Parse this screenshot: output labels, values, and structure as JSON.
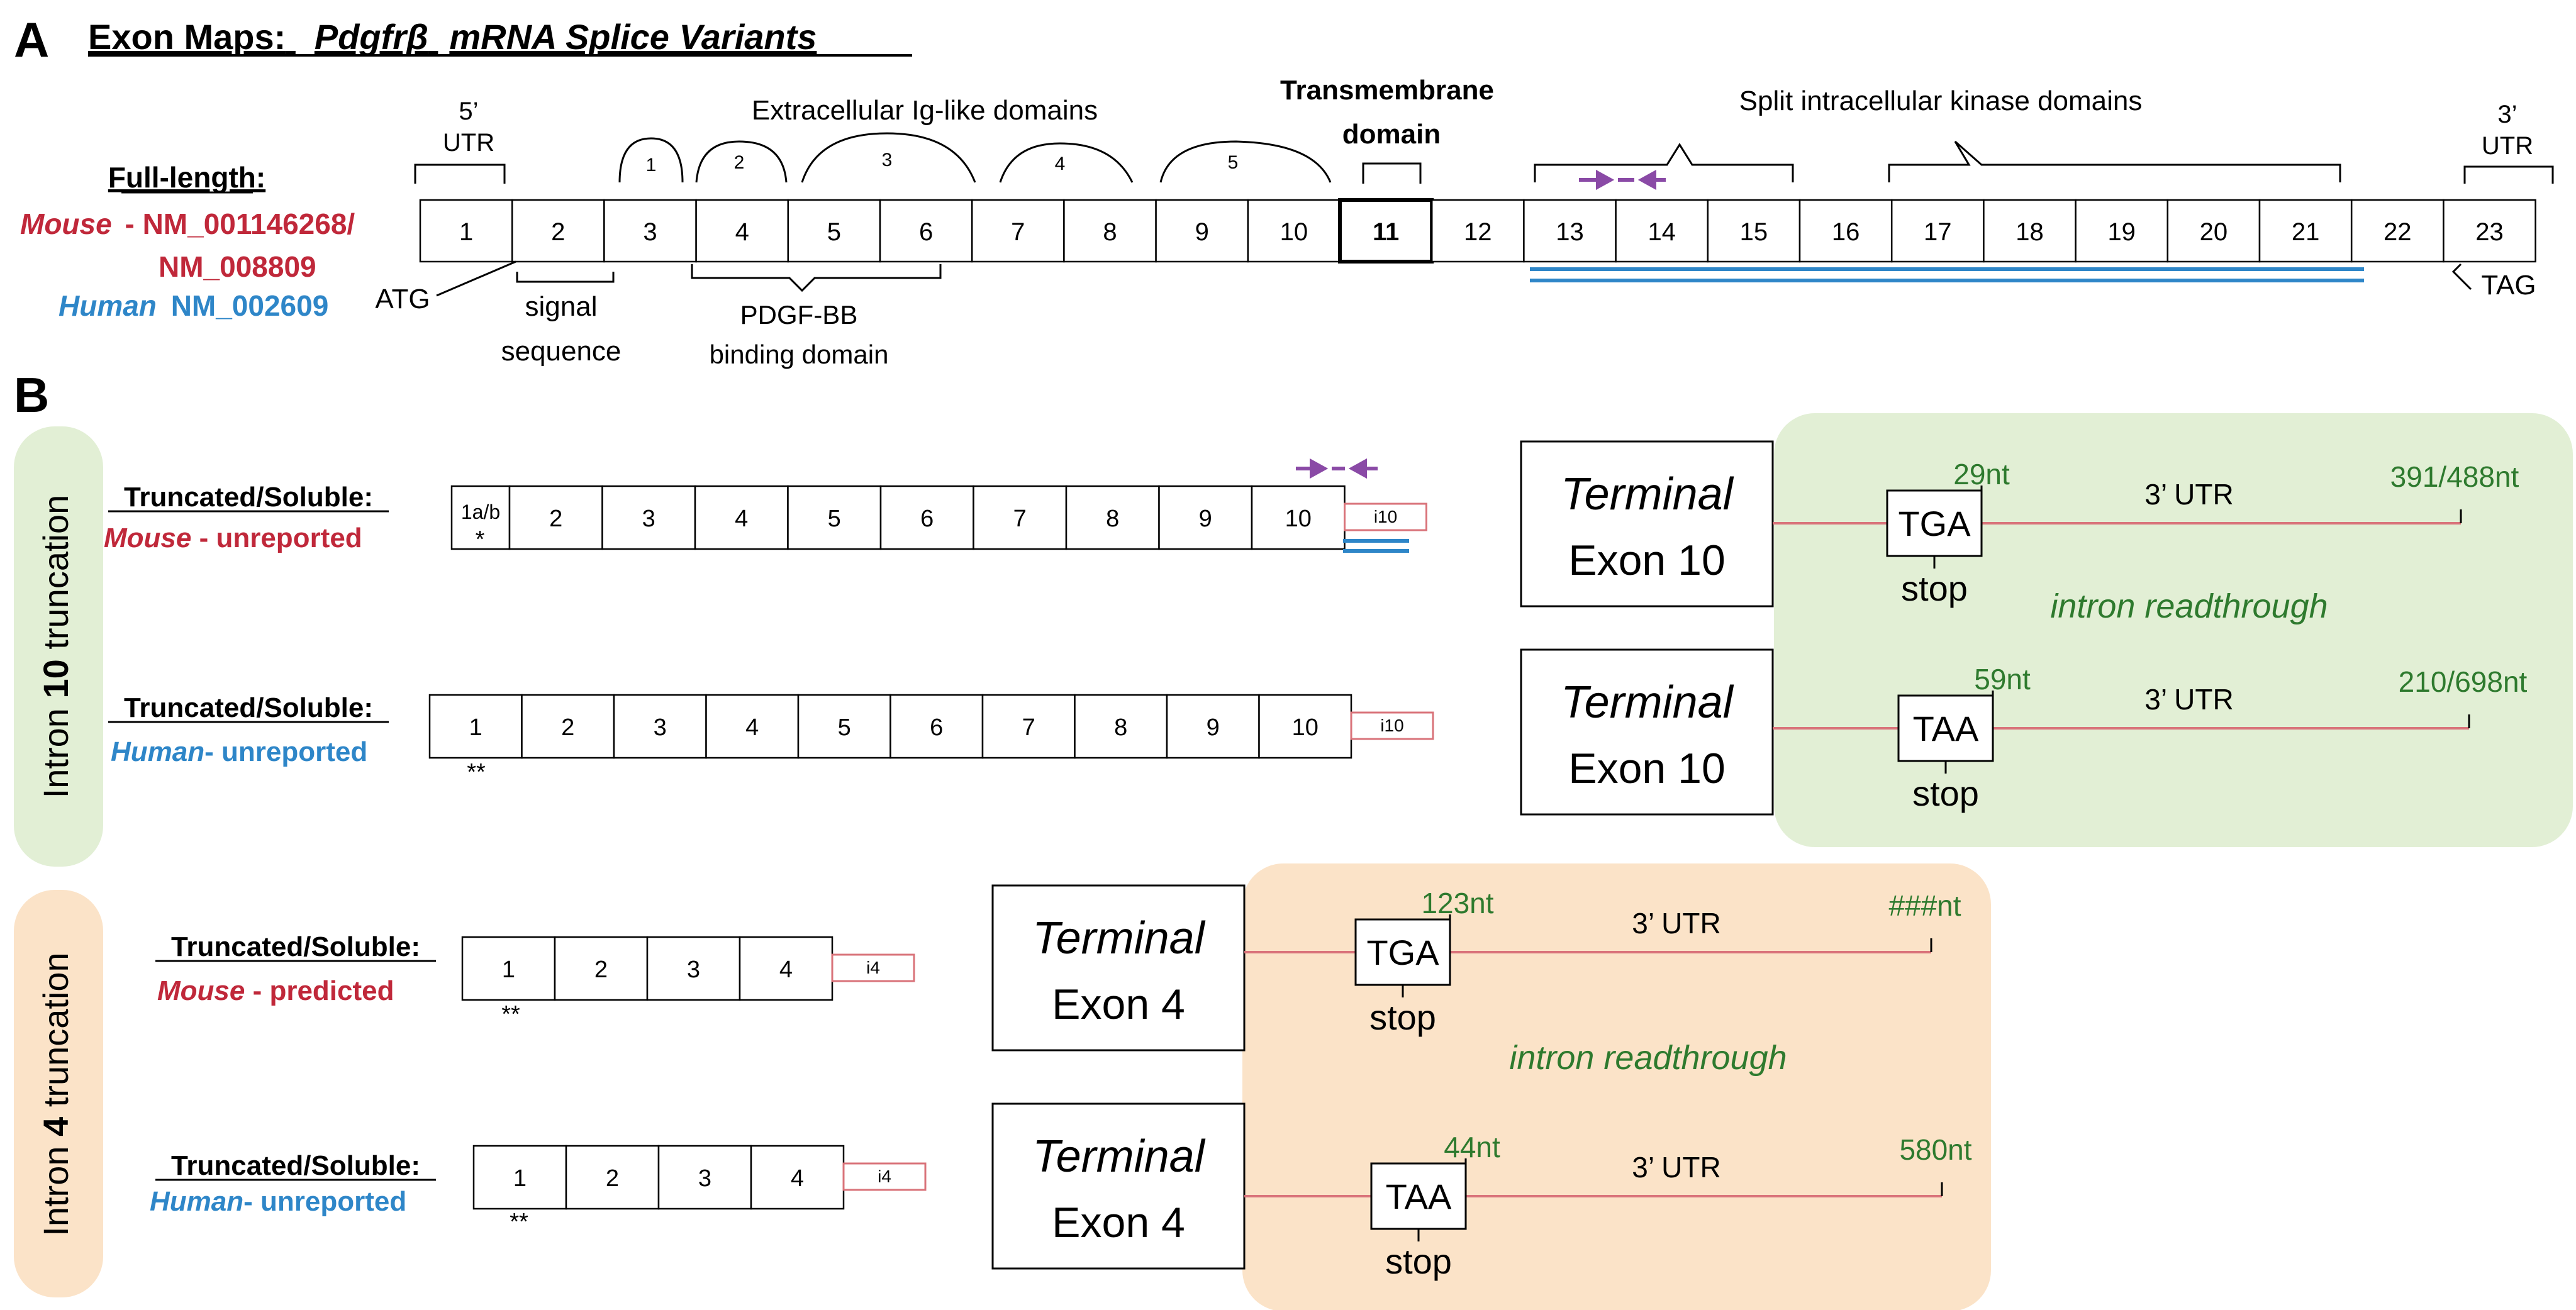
{
  "panel_a": {
    "letter": "A",
    "title_plain": "Exon Maps:",
    "title_gene": "Pdgfrβ",
    "title_rest": "mRNA Splice Variants",
    "fulllength_label": "Full-length:",
    "mouse_species": "Mouse",
    "mouse_acc_1": "- NM_001146268/",
    "mouse_acc_2": "NM_008809",
    "human_species": "Human",
    "human_acc": "NM_002609",
    "exons": [
      "1",
      "2",
      "3",
      "4",
      "5",
      "6",
      "7",
      "8",
      "9",
      "10",
      "11",
      "12",
      "13",
      "14",
      "15",
      "16",
      "17",
      "18",
      "19",
      "20",
      "21",
      "22",
      "23"
    ],
    "utr5_line1": "5’",
    "utr5_line2": "UTR",
    "utr3_line1": "3’",
    "utr3_line2": "UTR",
    "ig_label": "Extracellular Ig-like domains",
    "ig_numbers": [
      "1",
      "2",
      "3",
      "4",
      "5"
    ],
    "tm_line1": "Transmembrane",
    "tm_line2": "domain",
    "kinase_label": "Split intracellular kinase domains",
    "atg": "ATG",
    "signal_line1": "signal",
    "signal_line2": "sequence",
    "pdgf_line1": "PDGF-BB",
    "pdgf_line2": "binding domain",
    "tag": "TAG"
  },
  "panel_b": {
    "letter": "B",
    "side_intron10": "Intron 10 truncation",
    "side_intron10_pre": "Intron ",
    "side_intron10_num": "10",
    "side_intron10_post": " truncation",
    "side_intron4_pre": "Intron ",
    "side_intron4_num": "4",
    "side_intron4_post": " truncation",
    "variant_label": "Truncated/Soluble:",
    "mouse": "Mouse",
    "human": "Human",
    "mouse10_status": " - unreported",
    "human10_status": "- unreported",
    "mouse4_status": " - predicted",
    "human4_status": "- unreported",
    "exon1_mouse10": "1a/b",
    "single_star": "*",
    "double_star": "**",
    "exons10": [
      "2",
      "3",
      "4",
      "5",
      "6",
      "7",
      "8",
      "9",
      "10"
    ],
    "exons10_human": [
      "1",
      "2",
      "3",
      "4",
      "5",
      "6",
      "7",
      "8",
      "9",
      "10"
    ],
    "exons4": [
      "1",
      "2",
      "3",
      "4"
    ],
    "intron10_box": "i10",
    "intron4_box": "i4",
    "terminal": "Terminal",
    "exon10": "Exon 10",
    "exon4": "Exon 4",
    "stop": "stop",
    "utr3": "3’ UTR",
    "intron_readthrough": "intron readthrough",
    "m10": {
      "codon": "TGA",
      "pos": "29nt",
      "end": "391/488nt"
    },
    "h10": {
      "codon": "TAA",
      "pos": "59nt",
      "end": "210/698nt"
    },
    "m4": {
      "codon": "TGA",
      "pos": "123nt",
      "end": "###nt"
    },
    "h4": {
      "codon": "TAA",
      "pos": "44nt",
      "end": "580nt"
    }
  },
  "colors": {
    "mouse_red": "#c0283a",
    "human_blue": "#2e86c8",
    "nt_green": "#2e7a2e",
    "green_bg": "#e2efd5",
    "orange_bg": "#fbe3c8",
    "intron_line": "#d9737a",
    "purple_arrow": "#8a4aa6"
  }
}
